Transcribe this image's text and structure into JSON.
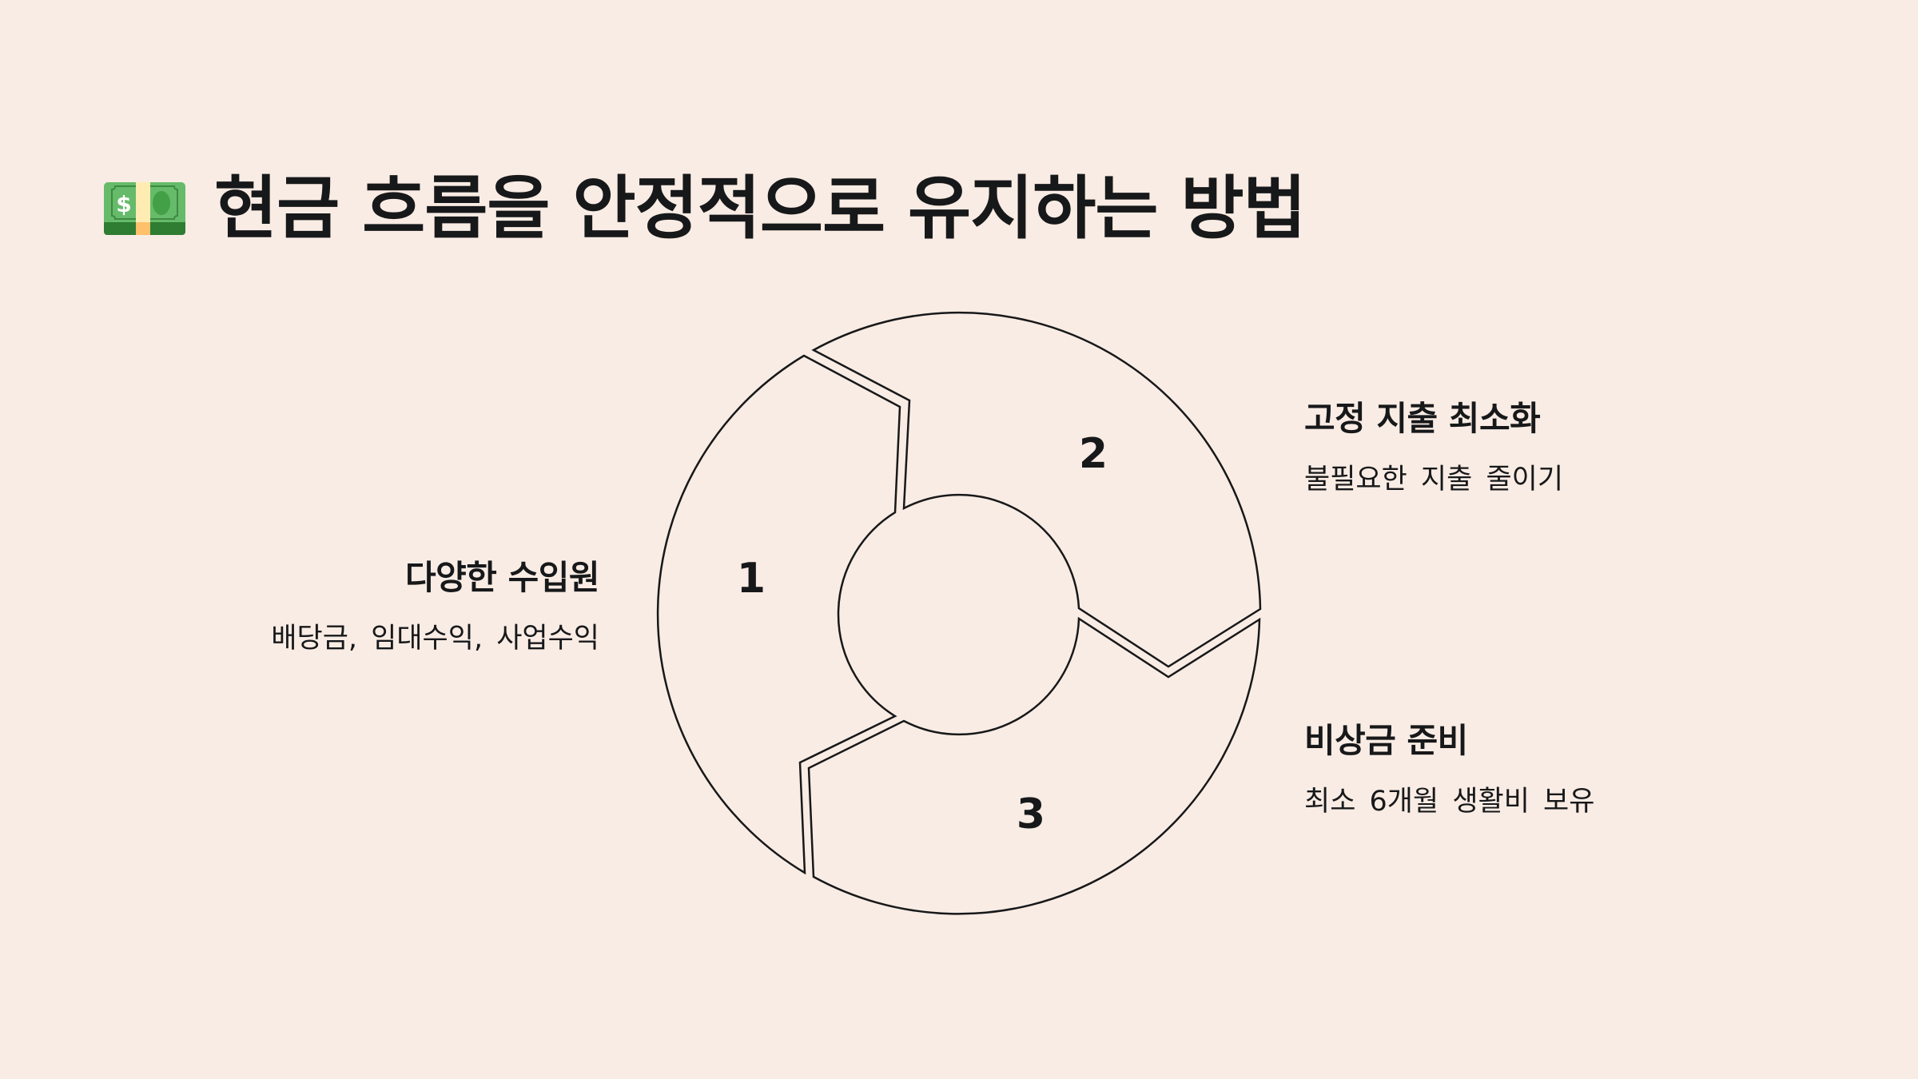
{
  "title": {
    "icon": "money-bill-icon",
    "text": "현금 흐름을 안정적으로 유지하는 방법"
  },
  "colors": {
    "background": "#F9ECE4",
    "text": "#17181A",
    "stroke": "#17181A",
    "bill_green": "#66BB6A",
    "bill_dark_green": "#2E7D32",
    "bill_band": "#FFECB3",
    "bill_band_bottom": "#FFC06B"
  },
  "diagram": {
    "type": "cycle-ring",
    "segments": [
      {
        "number": "1",
        "heading": "다양한 수입원",
        "description": "배당금, 임대수익, 사업수익",
        "position": "left"
      },
      {
        "number": "2",
        "heading": "고정 지출 최소화",
        "description": "불필요한 지출 줄이기",
        "position": "top-right"
      },
      {
        "number": "3",
        "heading": "비상금 준비",
        "description": "최소 6개월 생활비 보유",
        "position": "bottom-right"
      }
    ]
  }
}
